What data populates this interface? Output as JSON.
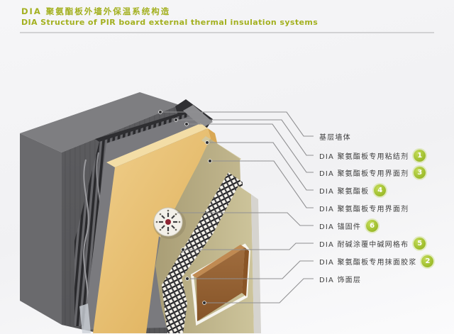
{
  "title": {
    "zh": "DIA 聚氨酯板外墙外保温系统构造",
    "en": "DIA Structure of PIR board external thermal insulation systems"
  },
  "labels": [
    {
      "text": "基层墙体",
      "badge": ""
    },
    {
      "text": "DIA 聚氨酯板专用粘结剂",
      "badge": "1"
    },
    {
      "text": "DIA 聚氨酯板专用界面剂",
      "badge": "3"
    },
    {
      "text": "DIA 聚氨酯板",
      "badge": "4"
    },
    {
      "text": "DIA 聚氨酯板专用界面剂",
      "badge": ""
    },
    {
      "text": "DIA 锚固件",
      "badge": "6"
    },
    {
      "text": "DIA 耐碱涂覆中碱网格布",
      "badge": "5"
    },
    {
      "text": "DIA 聚氨酯板专用抹面胶浆",
      "badge": "2"
    },
    {
      "text": "DIA 饰面层",
      "badge": ""
    }
  ],
  "colors": {
    "accent_green": "#a3b01f",
    "badge_green": "#97b521",
    "label_text": "#3f3f3f",
    "leader_line": "#909092",
    "base_wall_gray": "#5a5a5d",
    "pir_board_yellow": "#e8c57c",
    "interface_tan": "#b9ae85",
    "finish_brown": "#9c6a3c"
  }
}
